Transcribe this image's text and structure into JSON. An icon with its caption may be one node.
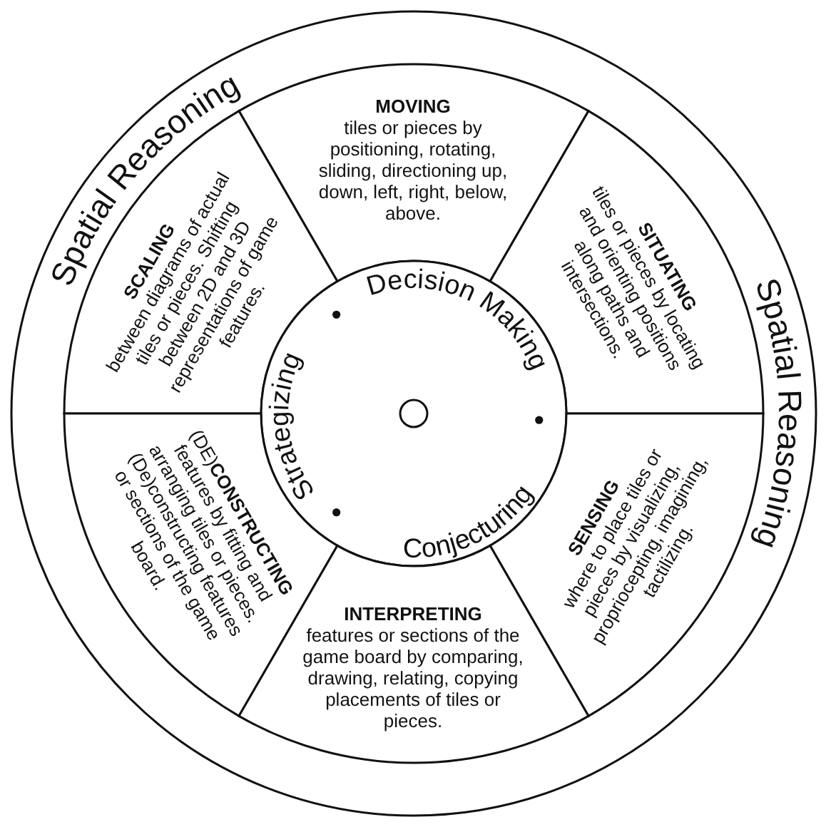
{
  "diagram": {
    "nodes": [
      {
        "text": [
          "Spatial Reasoning",
          "Spatial Reasoning"
        ]
      },
      {
        "text": [
          "MOVING",
          "tiles or pieces by positioning, rotating, sliding, directioning up, down, left, right, below, above."
        ],
        "in": 0
      },
      {
        "text": [
          "SCALING",
          "between diagrams of actual tiles or pieces. Shifting between 2D and 3D representations of game features."
        ],
        "in": 0
      },
      {
        "text": [
          "SITUATING",
          "tiles or pieces by locating and orienting positions along paths and intersections."
        ],
        "in": 0
      },
      {
        "text": [
          "Decision Making",
          "Strategizing",
          "Conjecturing"
        ],
        "in": 0
      },
      {
        "text": [],
        "shape": "circle",
        "in": 4
      },
      {
        "text": [
          "(DE)**CONSTRUCTING**",
          "features by fitting and arranging tiles or pieces. (De)constructing features or sections of the game board."
        ],
        "in": 0
      },
      {
        "text": [
          "SENSING",
          "where to place tiles or pieces by visualizing, propriocepting, imagining, tactilizing."
        ],
        "in": 0
      },
      {
        "text": [
          "INTERPRETING",
          "features or sections of the game board by comparing, drawing, relating, copying placements of tiles or pieces."
        ],
        "in": 0
      }
    ]
  }
}
